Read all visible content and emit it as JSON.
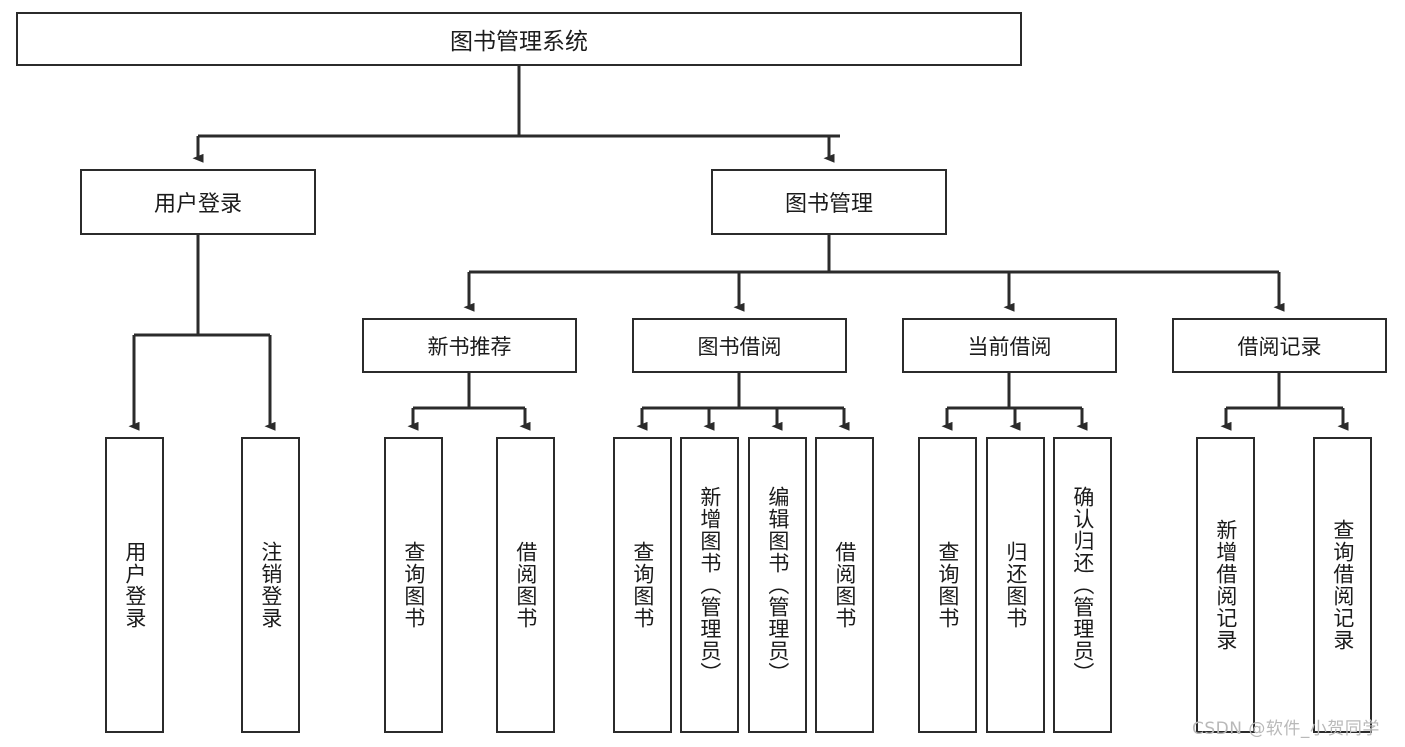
{
  "diagram": {
    "title": "图书管理系统",
    "watermark": "CSDN @软件_小贺同学",
    "colors": {
      "box_border": "#2b2b2b",
      "box_fill": "#ffffff",
      "connector": "#2b2b2b",
      "text": "#1b1b1b",
      "watermark": "#b9b9b9"
    },
    "root": {
      "label": "图书管理系统"
    },
    "level2": [
      {
        "label": "用户登录"
      },
      {
        "label": "图书管理"
      }
    ],
    "level3": [
      {
        "label": "新书推荐"
      },
      {
        "label": "图书借阅"
      },
      {
        "label": "当前借阅"
      },
      {
        "label": "借阅记录"
      }
    ],
    "leaves": {
      "user_login": [
        {
          "label": "用户登录"
        },
        {
          "label": "注销登录"
        }
      ],
      "new_book_recommend": [
        {
          "label": "查询图书"
        },
        {
          "label": "借阅图书"
        }
      ],
      "book_borrow": [
        {
          "label": "查询图书"
        },
        {
          "label": "新增图书（管理员）"
        },
        {
          "label": "编辑图书（管理员）"
        },
        {
          "label": "借阅图书"
        }
      ],
      "current_borrow": [
        {
          "label": "查询图书"
        },
        {
          "label": "归还图书"
        },
        {
          "label": "确认归还（管理员）"
        }
      ],
      "borrow_record": [
        {
          "label": "新增借阅记录"
        },
        {
          "label": "查询借阅记录"
        }
      ]
    }
  }
}
